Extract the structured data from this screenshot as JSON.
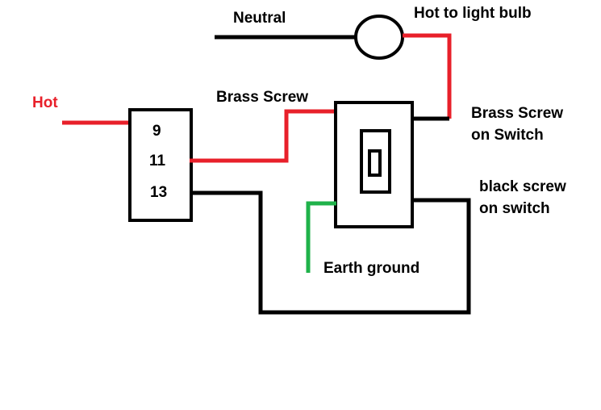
{
  "diagram": {
    "labels": {
      "neutral": "Neutral",
      "hot_to_bulb": "Hot to light bulb",
      "hot": "Hot",
      "brass_screw": "Brass Screw",
      "brass_screw_switch_line1": "Brass Screw",
      "brass_screw_switch_line2": "on Switch",
      "black_screw_line1": "black screw",
      "black_screw_line2": "on switch",
      "earth_ground": "Earth ground"
    },
    "terminals": [
      "9",
      "11",
      "13"
    ],
    "colors": {
      "hot_wire": "#e8202a",
      "neutral_wire": "#000000",
      "ground_wire": "#1fb24a",
      "outline": "#000000"
    }
  }
}
